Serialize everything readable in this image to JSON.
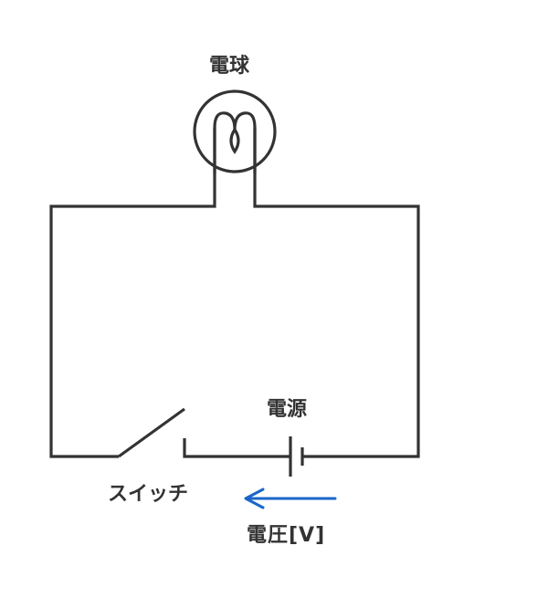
{
  "labels": {
    "bulb": "電球",
    "power_source": "電源",
    "switch": "スイッチ",
    "voltage": "電圧[V]"
  },
  "colors": {
    "wire": "#333333",
    "label": "#333333",
    "arrow": "#1a66c9",
    "background": "#ffffff"
  },
  "icons": {
    "bulb": "light-bulb-icon",
    "battery": "battery-icon",
    "switch": "open-switch-icon",
    "arrow": "left-arrow-icon"
  }
}
